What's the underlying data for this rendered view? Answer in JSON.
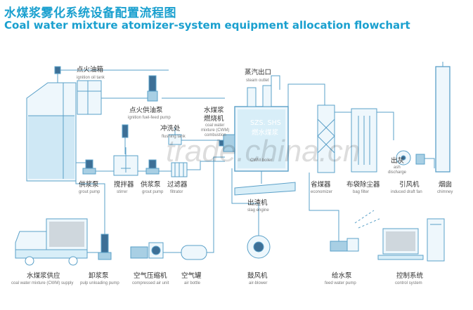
{
  "title_cn": "水煤浆雾化系统设备配置流程图",
  "title_en": "Coal water mixture  atomizer-system equipment allocation flowchart",
  "watermark": "trade.china.cn",
  "colors": {
    "title": "#1aa0cf",
    "line": "#5aa0c8",
    "fill": "#d8eef8",
    "dark": "#3d6f96"
  },
  "labels": {
    "ignition_oil_tank": {
      "cn": "点火油箱",
      "en": "ignition oil tank"
    },
    "ignition_fuel_pump": {
      "cn": "点火供油泵",
      "en": "ignition fuel-feed pump"
    },
    "flushing_tank": {
      "cn": "冲洗处",
      "en": "flushing tank"
    },
    "cwm_combustion": {
      "cn1": "水煤浆",
      "cn2": "燃烧机",
      "en1": "coal water",
      "en2": "mixture (CWM)",
      "en3": "combustion"
    },
    "steam_outlet": {
      "cn": "蒸汽出口",
      "en": "steam outlet"
    },
    "boiler": {
      "l1": "SZS. SHS",
      "l2": "燃水煤浆",
      "l3": "CWM boiler"
    },
    "grout_pump_1": {
      "cn": "供浆泵",
      "en": "grout pump"
    },
    "stirrer": {
      "cn": "搅拌器",
      "en": "stirrer"
    },
    "grout_pump_2": {
      "cn": "供浆泵",
      "en": "grout pump"
    },
    "filtrator": {
      "cn": "过滤器",
      "en": "filtrator"
    },
    "slag_engine": {
      "cn": "出渣机",
      "en": "slag engine"
    },
    "economizer": {
      "cn": "省煤器",
      "en": "economizer"
    },
    "bag_filter": {
      "cn": "布袋除尘器",
      "en": "bag filter"
    },
    "induced_fan": {
      "cn": "引风机",
      "en": "induced draft fan"
    },
    "chimney": {
      "cn": "烟囱",
      "en": "chimney"
    },
    "ash_discharge": {
      "cn": "出灰",
      "en1": "ash",
      "en2": "discharge"
    },
    "cwm_supply": {
      "cn": "水煤浆供应",
      "en": "coal water mixture (CWM) supply"
    },
    "unloading_pump": {
      "cn": "卸浆泵",
      "en": "pulp unloading pump"
    },
    "air_compressor": {
      "cn": "空气压缩机",
      "en": "compressed air unit"
    },
    "air_bottle": {
      "cn": "空气罐",
      "en": "air bottle"
    },
    "air_blower": {
      "cn": "鼓风机",
      "en": "air-blower"
    },
    "feed_water_pump": {
      "cn": "给水泵",
      "en": "feed water pump"
    },
    "control_system": {
      "cn": "控制系统",
      "en": "control system"
    }
  }
}
